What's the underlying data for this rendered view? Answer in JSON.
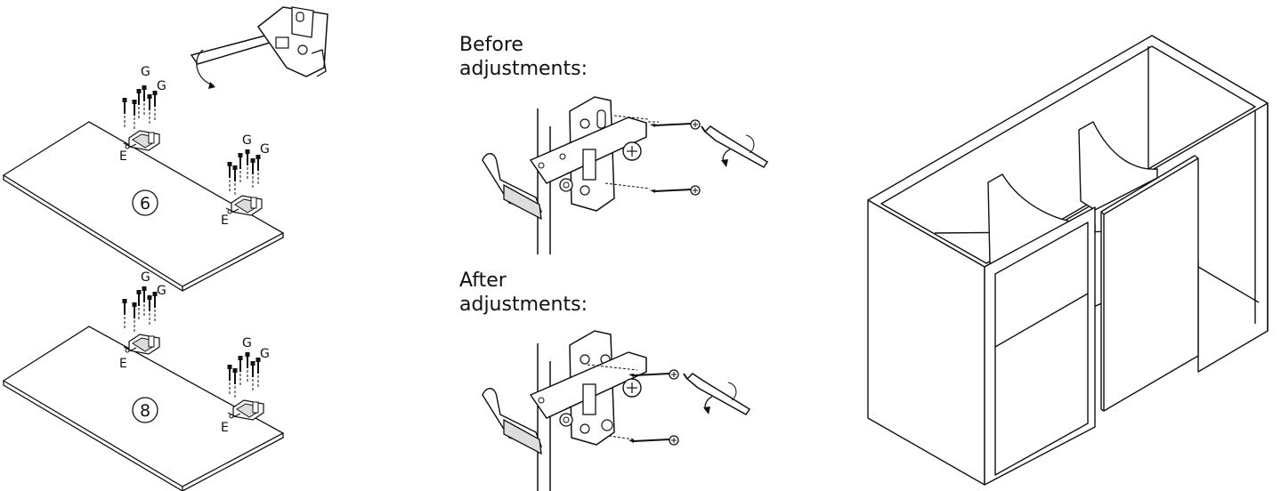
{
  "left": {
    "hinge_labels": {
      "screw": "G",
      "hinge": "E"
    },
    "panels": [
      {
        "number": "6"
      },
      {
        "number": "8"
      }
    ]
  },
  "middle": {
    "before": {
      "line1": "Before",
      "line2": "adjustments:"
    },
    "after": {
      "line1": "After",
      "line2": "adjustments:"
    }
  },
  "colors": {
    "line": "#111111",
    "panel_fill": "#ffffff"
  },
  "icons": [
    "hinge-icon",
    "screw-icon",
    "screwdriver-icon",
    "rotation-arrow-icon",
    "cabinet-illustration"
  ]
}
